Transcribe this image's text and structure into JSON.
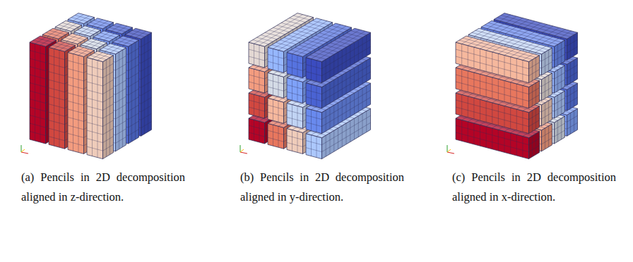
{
  "diagram": {
    "labels": [
      "(a) Pencils in 2D decomposition aligned in z-direction.",
      "(b) Pencils in 2D decomposition aligned in y-direction.",
      "(c) Pencils in 2D decomposition aligned in x-direction."
    ]
  }
}
